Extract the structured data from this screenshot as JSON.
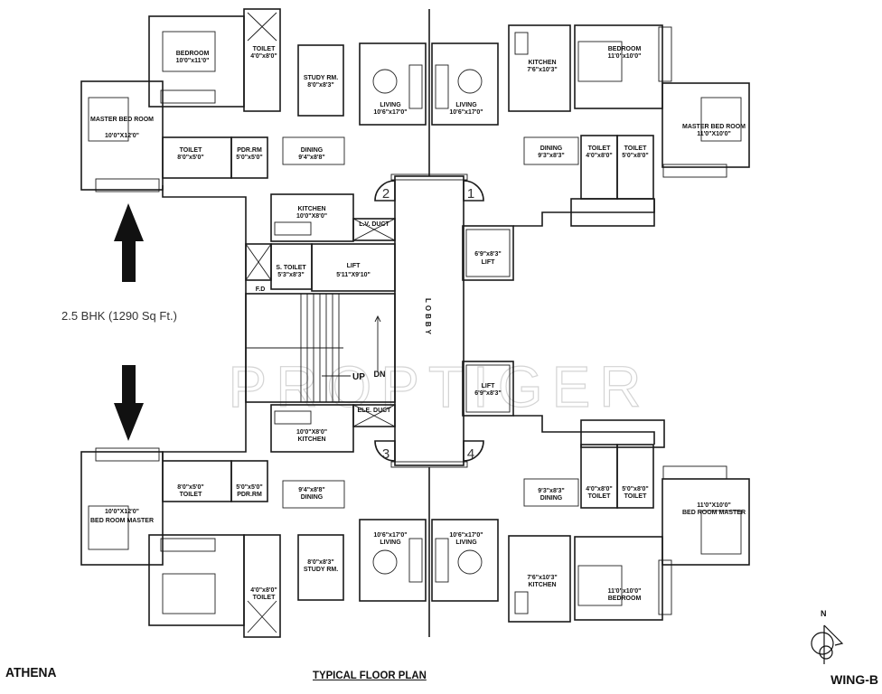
{
  "project": {
    "name": "ATHENA",
    "plan_title": "TYPICAL FLOOR PLAN",
    "wing": "WING-B",
    "unit_type_note": "2.5 BHK (1290 Sq Ft.)",
    "watermark": "PROPTIGER",
    "compass_label": "N"
  },
  "core": {
    "lobby_label": "LOBBY",
    "lift_main": {
      "name": "LIFT",
      "size": "5'11\"X9'10\""
    },
    "lift_right_top": {
      "name": "LIFT",
      "size": "6'9\"x8'3\""
    },
    "lift_right_bottom": {
      "name": "LIFT",
      "size": "6'9\"x8'3\""
    },
    "lv_duct": "L.V. DUCT",
    "ele_duct": "ELE. DUCT",
    "servant_toilet": {
      "name": "S. TOILET",
      "size": "5'3\"x8'3\""
    },
    "fire_duct": "F.D",
    "stair_up": "UP",
    "stair_dn": "DN",
    "flat_numbers": [
      "1",
      "2",
      "3",
      "4"
    ]
  },
  "flats": {
    "flat_2": {
      "bedroom": {
        "name": "BEDROOM",
        "size": "10'0\"x11'0\""
      },
      "toilet_1": {
        "name": "TOILET",
        "size": "4'0\"x8'0\""
      },
      "master_bedroom": {
        "name": "MASTER BED ROOM",
        "size": "10'0\"X12'0\""
      },
      "toilet_2": {
        "name": "TOILET",
        "size": "8'0\"x5'0\""
      },
      "pdr_room": {
        "name": "PDR.RM",
        "size": "5'0\"x5'0\""
      },
      "study": {
        "name": "STUDY RM.",
        "size": "8'0\"x8'3\""
      },
      "living": {
        "name": "LIVING",
        "size": "10'6\"x17'0\""
      },
      "dining": {
        "name": "DINING",
        "size": "9'4\"x8'8\""
      },
      "kitchen": {
        "name": "KITCHEN",
        "size": "10'0\"X8'0\""
      }
    },
    "flat_1": {
      "living": {
        "name": "LIVING",
        "size": "10'6\"x17'0\""
      },
      "kitchen": {
        "name": "KITCHEN",
        "size": "7'6\"x10'3\""
      },
      "bedroom": {
        "name": "BEDROOM",
        "size": "11'0\"x10'0\""
      },
      "master_bedroom": {
        "name": "MASTER BED ROOM",
        "size": "11'0\"X10'0\""
      },
      "dining": {
        "name": "DINING",
        "size": "9'3\"x8'3\""
      },
      "toilet_1": {
        "name": "TOILET",
        "size": "4'0\"x8'0\""
      },
      "toilet_2": {
        "name": "TOILET",
        "size": "5'0\"x8'0\""
      }
    },
    "flat_3": {
      "kitchen": {
        "name": "KITCHEN",
        "size": "10'0\"X8'0\""
      },
      "master_bedroom": {
        "name": "BED ROOM MASTER",
        "size": "10'0\"X12'0\""
      },
      "toilet_2": {
        "name": "TOILET",
        "size": "8'0\"x5'0\""
      },
      "pdr_room": {
        "name": "PDR.RM",
        "size": "5'0\"x5'0\""
      },
      "dining": {
        "name": "DINING",
        "size": "9'4\"x8'8\""
      },
      "study": {
        "name": "STUDY RM.",
        "size": "8'0\"x8'3\""
      },
      "toilet_1": {
        "name": "TOILET",
        "size": "4'0\"x8'0\""
      },
      "living": {
        "name": "LIVING",
        "size": "10'6\"x17'0\""
      }
    },
    "flat_4": {
      "living": {
        "name": "LIVING",
        "size": "10'6\"x17'0\""
      },
      "kitchen": {
        "name": "KITCHEN",
        "size": "7'6\"x10'3\""
      },
      "bedroom": {
        "name": "BEDROOM",
        "size": "11'0\"x10'0\""
      },
      "master_bedroom": {
        "name": "BED ROOM MASTER",
        "size": "11'0\"X10'0\""
      },
      "dining": {
        "name": "DINING",
        "size": "9'3\"x8'3\""
      },
      "toilet_1": {
        "name": "TOILET",
        "size": "4'0\"x8'0\""
      },
      "toilet_2": {
        "name": "TOILET",
        "size": "5'0\"x8'0\""
      }
    }
  }
}
